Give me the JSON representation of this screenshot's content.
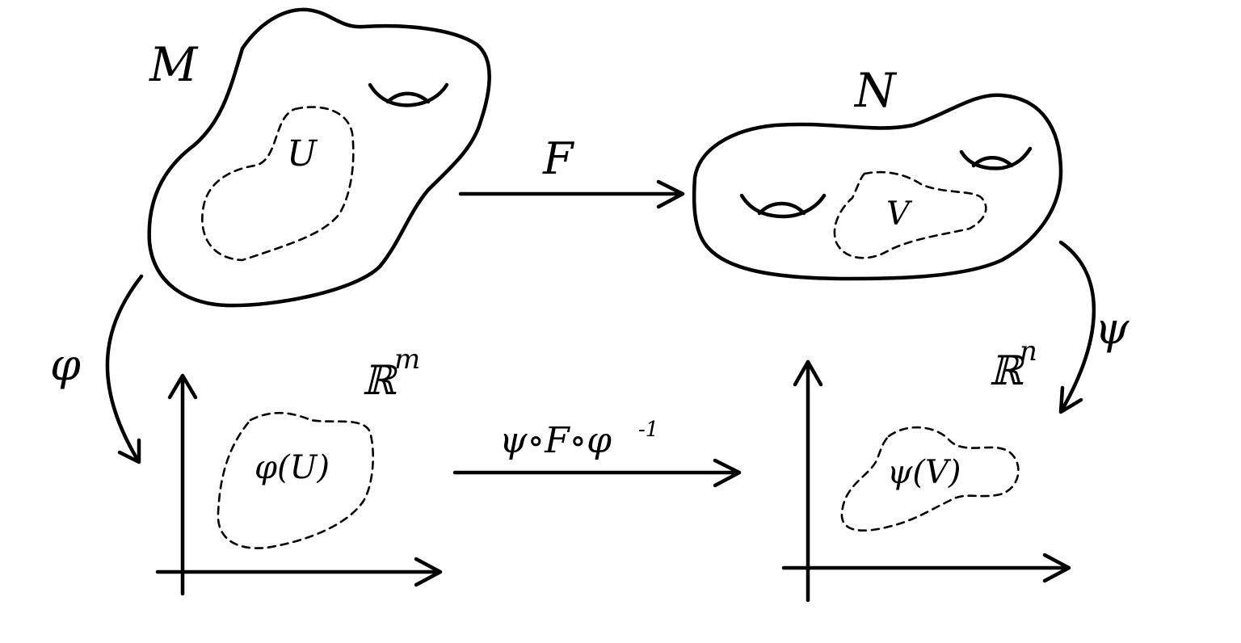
{
  "labels": {
    "manifold_m": "M",
    "manifold_n": "N",
    "set_u": "U",
    "set_v": "V",
    "map_f": "F",
    "chart_phi": "φ",
    "chart_psi": "ψ",
    "space_rm": "ℝ",
    "space_rm_exp": "m",
    "space_rn": "ℝ",
    "space_rn_exp": "n",
    "image_phi_u": "φ(U)",
    "image_psi_v": "ψ(V)",
    "transition": "ψ∘F∘φ",
    "transition_exp": "-1"
  }
}
